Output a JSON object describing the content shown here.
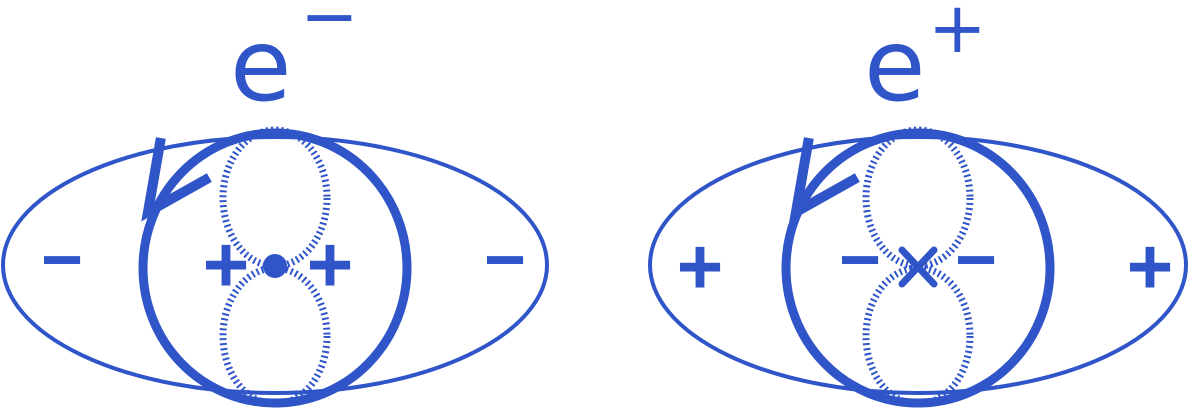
{
  "colors": {
    "ink": "#2f55c8",
    "background": "#ffffff"
  },
  "panels": [
    {
      "particle_base": "e",
      "particle_sup": "−",
      "outer_charge": "−",
      "inner_charge": "+",
      "center_marker": "dot"
    },
    {
      "particle_base": "e",
      "particle_sup": "+",
      "outer_charge": "+",
      "inner_charge": "−",
      "center_marker": "cross"
    }
  ]
}
